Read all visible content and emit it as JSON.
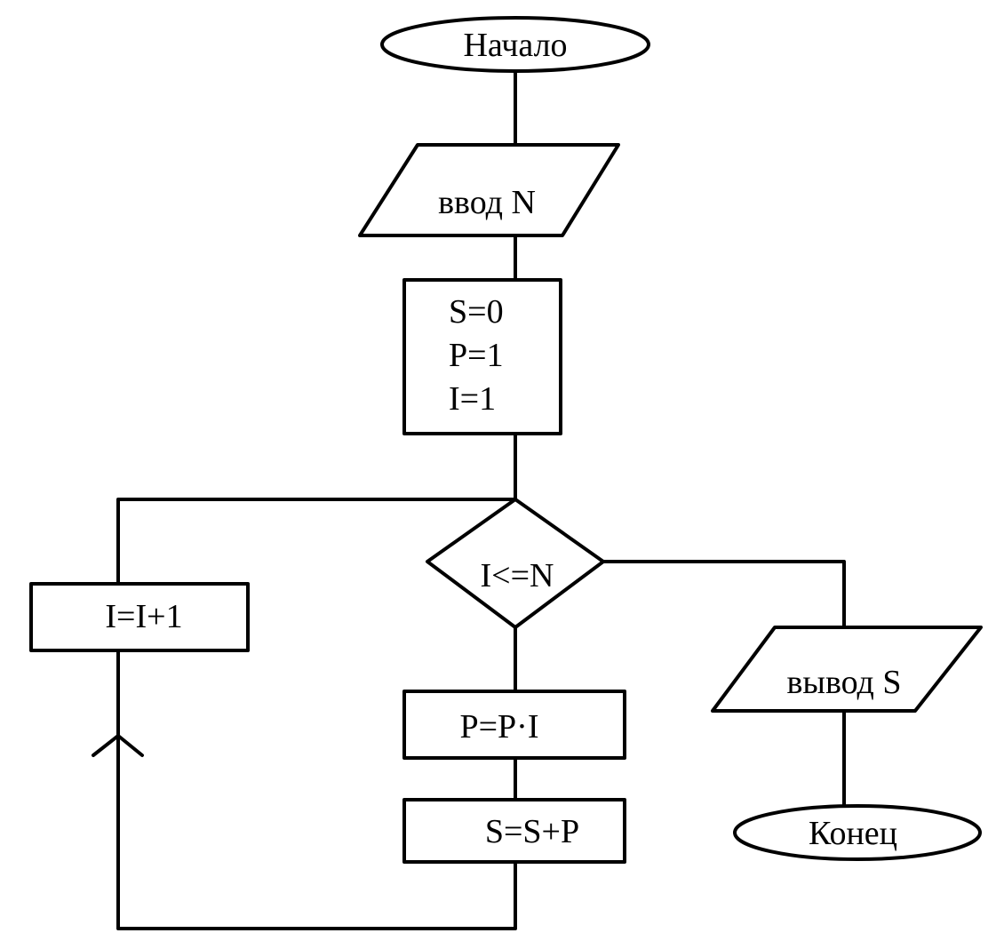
{
  "flowchart": {
    "nodes": [
      {
        "id": "start",
        "type": "terminator",
        "lines": [
          "Начало"
        ]
      },
      {
        "id": "input",
        "type": "io",
        "lines": [
          "ввод N"
        ]
      },
      {
        "id": "init",
        "type": "process",
        "lines": [
          "S=0",
          "P=1",
          "I=1"
        ]
      },
      {
        "id": "condition",
        "type": "decision",
        "lines": [
          "I<=N"
        ]
      },
      {
        "id": "multiply",
        "type": "process",
        "lines": [
          "P=P·I"
        ]
      },
      {
        "id": "accumulate",
        "type": "process",
        "lines": [
          "S=S+P"
        ]
      },
      {
        "id": "increment",
        "type": "process",
        "lines": [
          "I=I+1"
        ]
      },
      {
        "id": "output",
        "type": "io",
        "lines": [
          "вывод S"
        ]
      },
      {
        "id": "end",
        "type": "terminator",
        "lines": [
          "Конец"
        ]
      }
    ],
    "edges": [
      {
        "from": "start",
        "to": "input"
      },
      {
        "from": "input",
        "to": "init"
      },
      {
        "from": "init",
        "to": "condition"
      },
      {
        "from": "condition",
        "to": "multiply"
      },
      {
        "from": "multiply",
        "to": "accumulate"
      },
      {
        "from": "accumulate",
        "to": "increment"
      },
      {
        "from": "increment",
        "to": "condition"
      },
      {
        "from": "condition",
        "to": "output"
      },
      {
        "from": "output",
        "to": "end"
      }
    ]
  }
}
